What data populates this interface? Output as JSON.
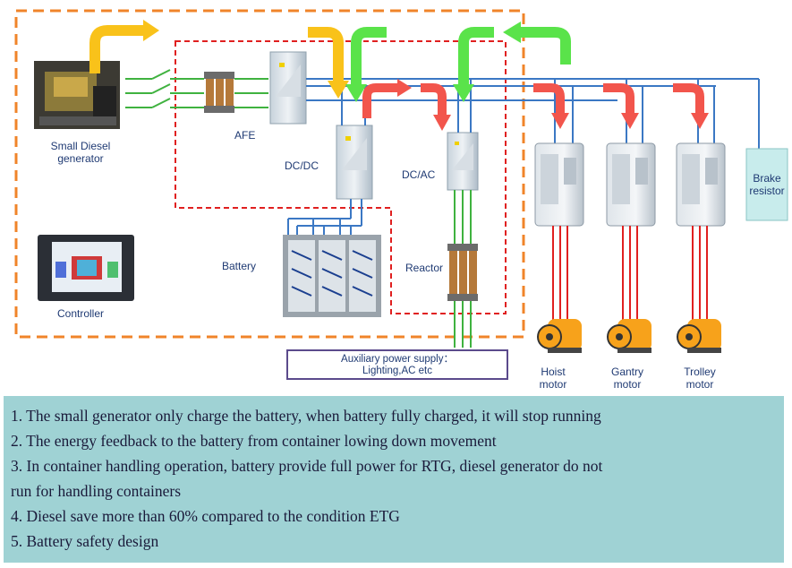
{
  "labels": {
    "generator": [
      "Small Diesel",
      "generator"
    ],
    "afe": "AFE",
    "dcdc": "DC/DC",
    "dcac": "DC/AC",
    "battery": "Battery",
    "reactor": "Reactor",
    "controller": "Controller",
    "brake": [
      "Brake",
      "resistor"
    ],
    "hoist": [
      "Hoist",
      "motor"
    ],
    "gantry": [
      "Gantry",
      "motor"
    ],
    "trolley": [
      "Trolley",
      "motor"
    ],
    "aux": [
      "Auxiliary power supply：",
      "Lighting,AC etc"
    ]
  },
  "notes": [
    "1. The small generator only charge the battery, when battery fully charged, it will stop running",
    "2. The energy feedback to the battery from container lowing down movement",
    "3. In container handling operation, battery provide full power for RTG, diesel generator do not",
    "run for handling containers",
    "4. Diesel save more than 60% compared to the condition ETG",
    "5. Battery safety design"
  ],
  "colors": {
    "orange_boundary": "#f0842a",
    "red_boundary": "#e02020",
    "bus_blue": "#3b78c4",
    "green_line": "#3fb23f",
    "arrow_yellow": "#f9c21a",
    "arrow_green": "#5ae34a",
    "arrow_red": "#f2554c",
    "notes_bg": "#9fd2d4",
    "motor_orange": "#f7a21b"
  }
}
